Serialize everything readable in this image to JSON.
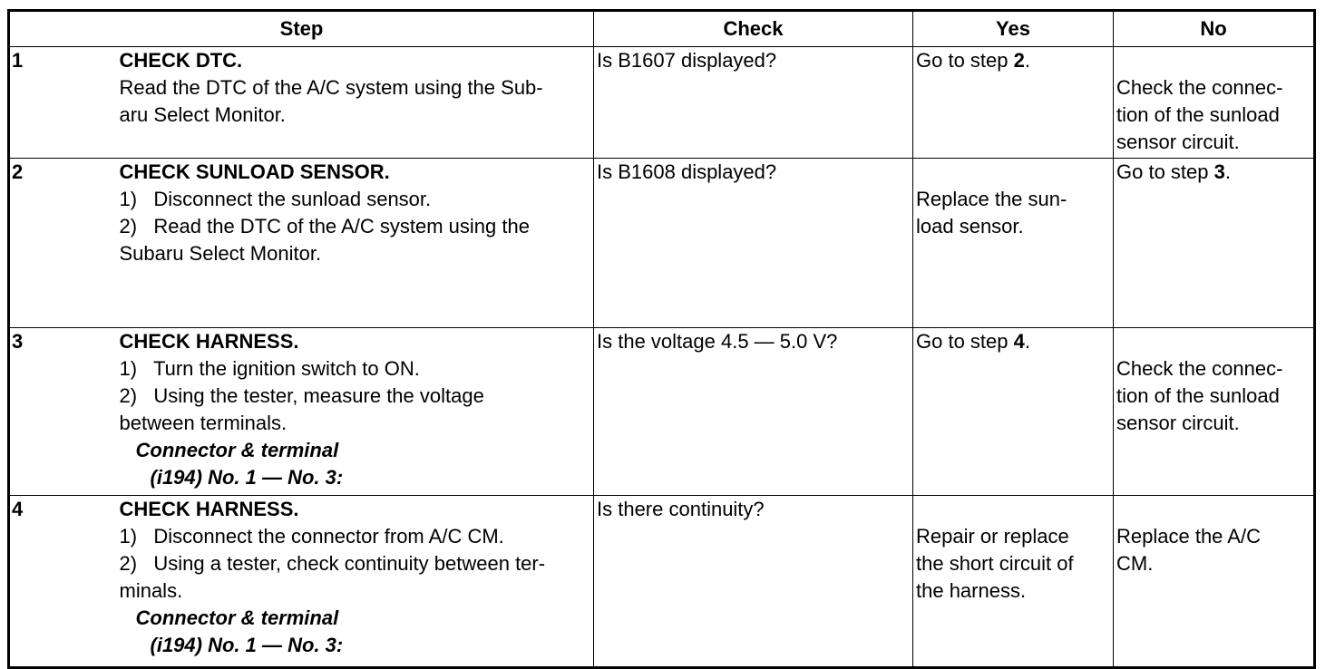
{
  "headers": {
    "step": "Step",
    "check": "Check",
    "yes": "Yes",
    "no": "No"
  },
  "rows": [
    {
      "num": "1",
      "title": "CHECK DTC.",
      "lines": [
        "Read the DTC of the A/C system using the Sub-",
        "aru Select Monitor."
      ],
      "connector_label": "",
      "connector_value": "",
      "check": "Is B1607 displayed?",
      "yes_text": "Go to step ",
      "yes_ref": "2",
      "yes_tail": ".",
      "no_text": "Check the connec-\ntion of the sunload\nsensor circuit.",
      "no_ref": "",
      "no_tail": ""
    },
    {
      "num": "2",
      "title": "CHECK SUNLOAD SENSOR.",
      "lines": [
        "1)   Disconnect the sunload sensor.",
        "2)   Read the DTC of the A/C system using the",
        "Subaru Select Monitor."
      ],
      "connector_label": "",
      "connector_value": "",
      "check": "Is B1608 displayed?",
      "yes_text": "Replace the sun-\nload sensor.",
      "yes_ref": "",
      "yes_tail": "",
      "no_text": "Go to step ",
      "no_ref": "3",
      "no_tail": "."
    },
    {
      "num": "3",
      "title": "CHECK HARNESS.",
      "lines": [
        "1)   Turn the ignition switch to ON.",
        "2)   Using the tester, measure the voltage",
        "between terminals."
      ],
      "connector_label": "Connector & terminal",
      "connector_value": "(i194) No. 1 — No. 3:",
      "check": "Is the voltage 4.5 — 5.0 V?",
      "yes_text": "Go to step ",
      "yes_ref": "4",
      "yes_tail": ".",
      "no_text": "Check the connec-\ntion of the sunload\nsensor circuit.",
      "no_ref": "",
      "no_tail": ""
    },
    {
      "num": "4",
      "title": "CHECK HARNESS.",
      "lines": [
        "1)   Disconnect the connector from A/C CM.",
        "2)   Using a tester, check continuity between ter-",
        "minals."
      ],
      "connector_label": "Connector & terminal",
      "connector_value": "(i194) No. 1 — No. 3:",
      "check": "Is there continuity?",
      "yes_text": "Repair or replace\nthe short circuit of\nthe harness.",
      "yes_ref": "",
      "yes_tail": "",
      "no_text": "Replace the A/C\nCM.",
      "no_ref": "",
      "no_tail": ""
    }
  ]
}
